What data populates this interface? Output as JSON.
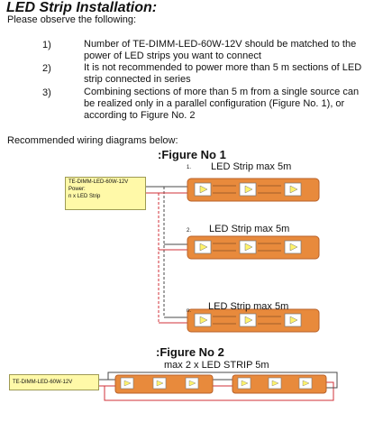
{
  "title": "LED Strip Installation:",
  "intro": "Please observe the following:",
  "items": [
    {
      "num": "1)",
      "lines": [
        "Number of TE-DIMM-LED-60W-12V should be matched to the",
        "power of LED strips you want to connect"
      ]
    },
    {
      "num": "2)",
      "lines": [
        "It is not recommended to power more than 5 m sections of LED",
        "strip connected in series"
      ]
    },
    {
      "num": "3)",
      "lines": [
        "Combining sections of more than 5 m from a single source can",
        "be realized only in a parallel configuration (Figure No. 1), or",
        "according to Figure No. 2"
      ]
    }
  ],
  "recommend": "Recommended wiring diagrams below:",
  "figure1": {
    "title": ":Figure No 1",
    "psu_lines": [
      "TE-DIMM-LED-60W-12V",
      "Power:",
      "n x LED Strip"
    ],
    "strips": [
      {
        "num": "1.",
        "label": "LED Strip max 5m"
      },
      {
        "num": "2.",
        "label": "LED Strip max 5m"
      },
      {
        "num": "n.",
        "label": "LED Strip max 5m"
      }
    ]
  },
  "figure2": {
    "title": ":Figure No 2",
    "label": "max 2 x LED STRIP 5m",
    "psu_line": "TE-DIMM-LED-60W-12V"
  },
  "colors": {
    "strip": "#e88a3c",
    "strip_border": "#b9622a",
    "psu": "#fff9a8",
    "wire_red": "#d0323a",
    "wire_dark": "#4a4a4a",
    "led": "#fff36b"
  }
}
